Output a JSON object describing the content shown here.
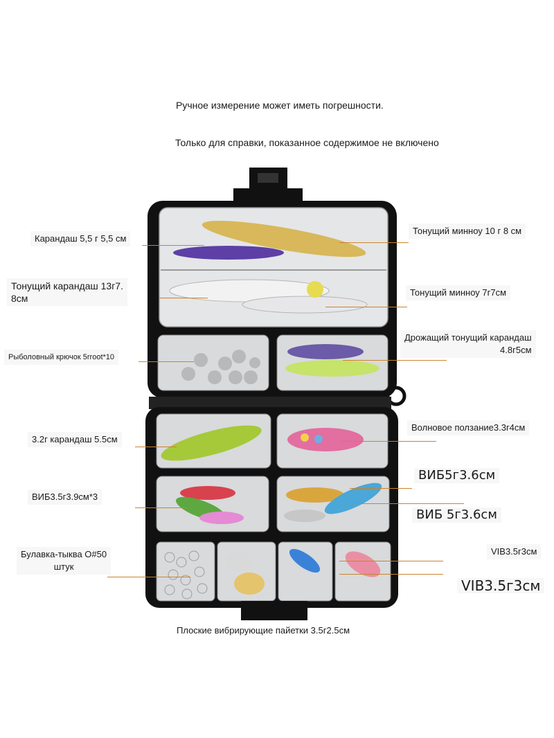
{
  "notes": {
    "manual_measure": "Ручное измерение может иметь погрешности.",
    "reference_only": "Только для справки, показанное содержимое не включено"
  },
  "labels": {
    "pencil_55": "Карандаш 5,5 г 5,5 см",
    "sinking_pencil_line1": "Тонущий карандаш 13г7.",
    "sinking_pencil_line2": "8см",
    "fishing_hook": "Рыболовный крючок 5rroot*10",
    "pencil_32": "3.2г карандаш 5.5см",
    "vib_35_39": "ВИБ3.5г3.9см*3",
    "pumpkin_pin_line1": "Булавка-тыква О#50",
    "pumpkin_pin_line2": "штук",
    "sinking_minnow_10": "Тонущий минноу 10 г 8 см",
    "sinking_minnow_7": "Тонущий минноу 7г7см",
    "trembling_pencil_line1": "Дрожащий тонущий карандаш",
    "trembling_pencil_line2": "4.8г5см",
    "wave_crawler": "Волновое ползание3.3г4см",
    "vib_5_36_a": "ВИБ5г3.6см",
    "vib_5_36_b": "ВИБ 5г3.6см",
    "vib_35_3_a": "VIB3.5г3см",
    "vib_35_3_b": "VIB3.5г3см",
    "flat_spinner": "Плоские вибрирующие пайетки 3.5г2.5см"
  },
  "colors": {
    "box_frame": "#111111",
    "compartment": "#d9dbdd",
    "leader_line": "#c9842e"
  }
}
